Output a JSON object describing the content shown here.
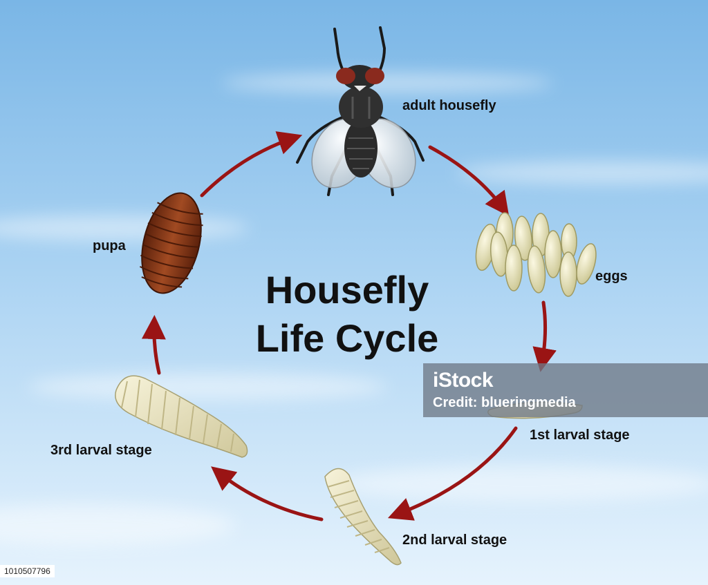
{
  "diagram": {
    "title_line1": "Housefly",
    "title_line2": "Life Cycle",
    "stages": {
      "adult": "adult housefly",
      "eggs": "eggs",
      "larva1": "1st larval stage",
      "larva2": "2nd larval stage",
      "larva3": "3rd larval stage",
      "pupa": "pupa"
    },
    "colors": {
      "sky_top": "#8cc2ec",
      "sky_bottom": "#e4f2fc",
      "arrow": "#9a1414",
      "egg": "#e6e2bb",
      "larva": "#ece6c2",
      "pupa": "#7e3515",
      "fly_body": "#2a2a2a",
      "fly_eyes": "#8a2a1e"
    }
  },
  "watermark": {
    "logo": "iStock",
    "credit": "Credit: blueringmedia",
    "image_id": "1010507796"
  }
}
